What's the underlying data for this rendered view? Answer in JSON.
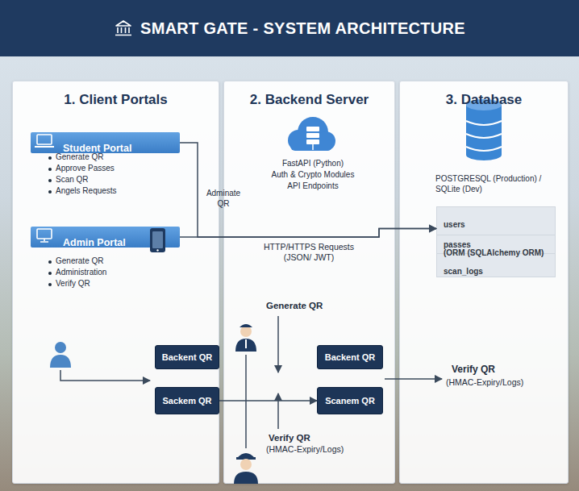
{
  "diagram": {
    "title": "SMART GATE - SYSTEM ARCHITECTURE",
    "nodes": [
      {
        "text": [
          "1. Client Portals"
        ]
      },
      {
        "text": [
          "Student Portal"
        ],
        "in": 0
      },
      {
        "text": [
          "Admin Portal"
        ],
        "in": 0
      },
      {
        "text": [
          "2. Backend Server"
        ]
      },
      {
        "text": [
          "3. Database"
        ]
      },
      {
        "text": [
          "users",
          "passes"
        ],
        "in": 4
      },
      {
        "text": [
          "(ORM (SQLAlchemy ORM)"
        ],
        "in": 4
      },
      {
        "text": [
          "scan_logs"
        ],
        "in": 4
      },
      {
        "text": [
          "Backent QR"
        ]
      },
      {
        "text": [
          "Sackem QR"
        ]
      },
      {
        "text": [
          "Backent QR"
        ]
      },
      {
        "text": [
          "Scanem QR"
        ]
      }
    ],
    "edges": [
      {
        "from": 1,
        "to": 5,
        "arrow": "to"
      },
      {
        "from": 2,
        "to": 5,
        "arrow": "to"
      },
      {
        "from": 9,
        "to": 11,
        "arrow": "to"
      }
    ],
    "labels": [
      "Generate QR",
      "Approve Passes",
      "Scan QR",
      "Angels Requests",
      "Generate QR",
      "Administration",
      "Verify QR",
      "FastAPI (Python)",
      "Auth & Crypto Modules",
      "API Endpoints",
      "Adminate QR",
      "HTTP/HTTPS Requests (JSON/ JWT)",
      "POSTGRESQL (Production) / SQLite (Dev)",
      "Generate QR",
      "Verify QR",
      "(HMAC-Expiry/Logs)",
      "Verify QR",
      "(HMAC-Expiry/Logs)"
    ]
  }
}
